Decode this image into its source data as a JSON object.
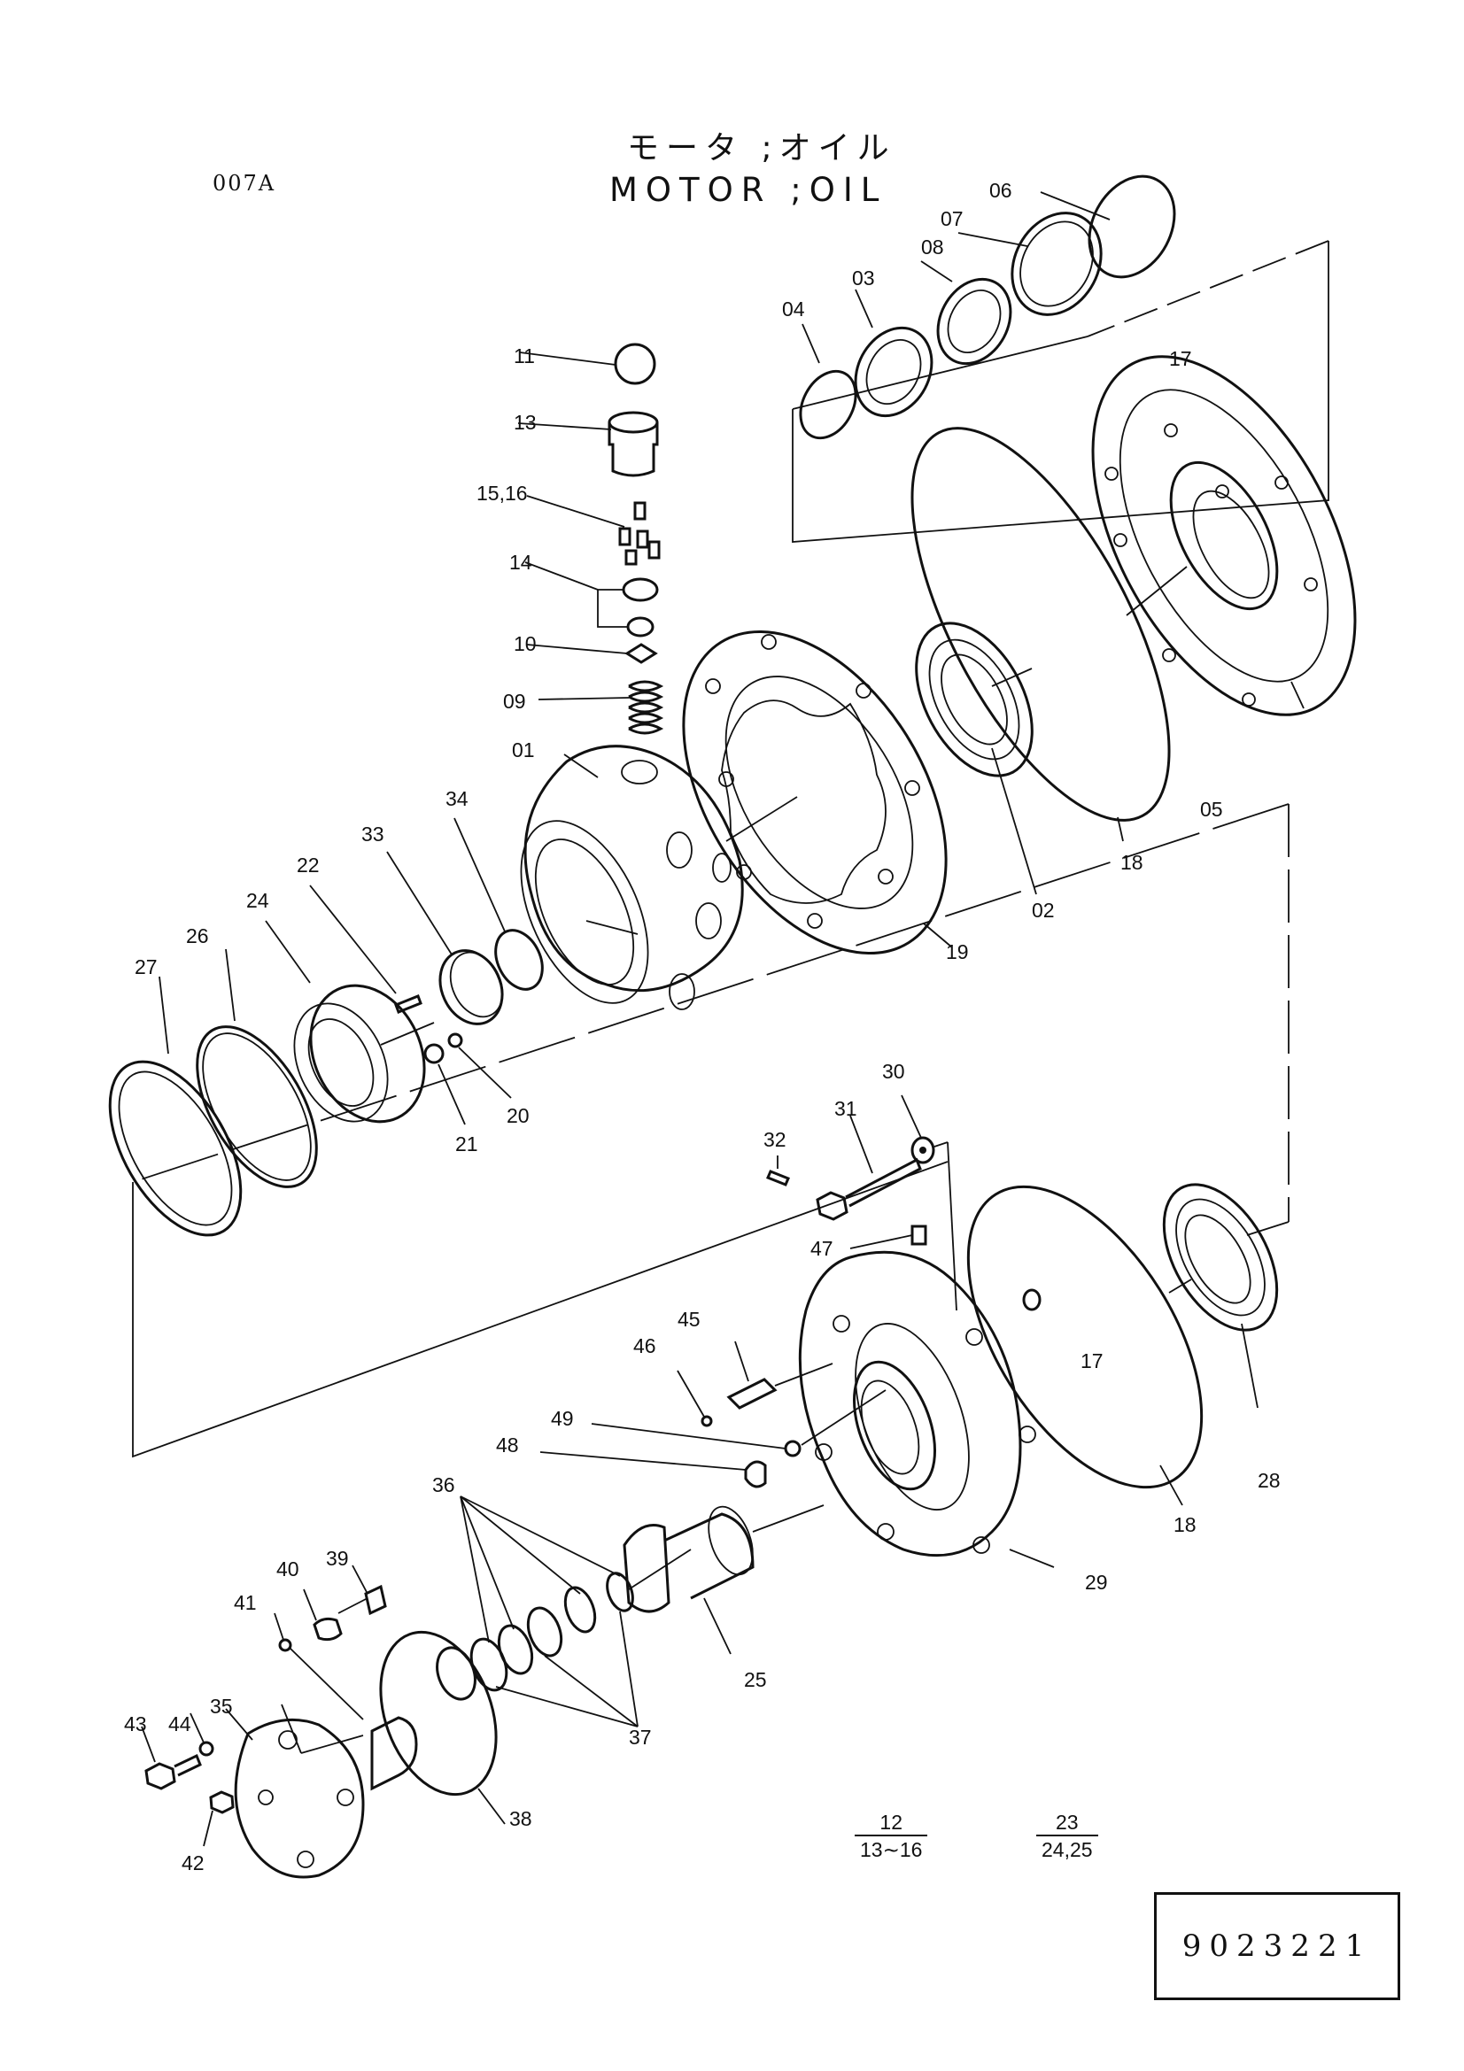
{
  "header": {
    "page_code": "007A",
    "title_jp": "モータ ;オイル",
    "title_en": "MOTOR ;OIL"
  },
  "part_labels": [
    "06",
    "07",
    "08",
    "03",
    "04",
    "17",
    "11",
    "13",
    "15,16",
    "14",
    "10",
    "09",
    "01",
    "34",
    "33",
    "22",
    "24",
    "27",
    "26",
    "21",
    "20",
    "19",
    "02",
    "18",
    "05",
    "30",
    "31",
    "32",
    "47",
    "45",
    "46",
    "49",
    "48",
    "17",
    "18",
    "28",
    "36",
    "39",
    "40",
    "41",
    "35",
    "44",
    "43",
    "42",
    "38",
    "37",
    "25",
    "29"
  ],
  "groups": [
    {
      "assembly": "12",
      "range": "13∼16"
    },
    {
      "assembly": "23",
      "range": "24,25"
    }
  ],
  "document_number": "9023221",
  "colors": {
    "ink": "#111111",
    "paper": "#ffffff"
  }
}
